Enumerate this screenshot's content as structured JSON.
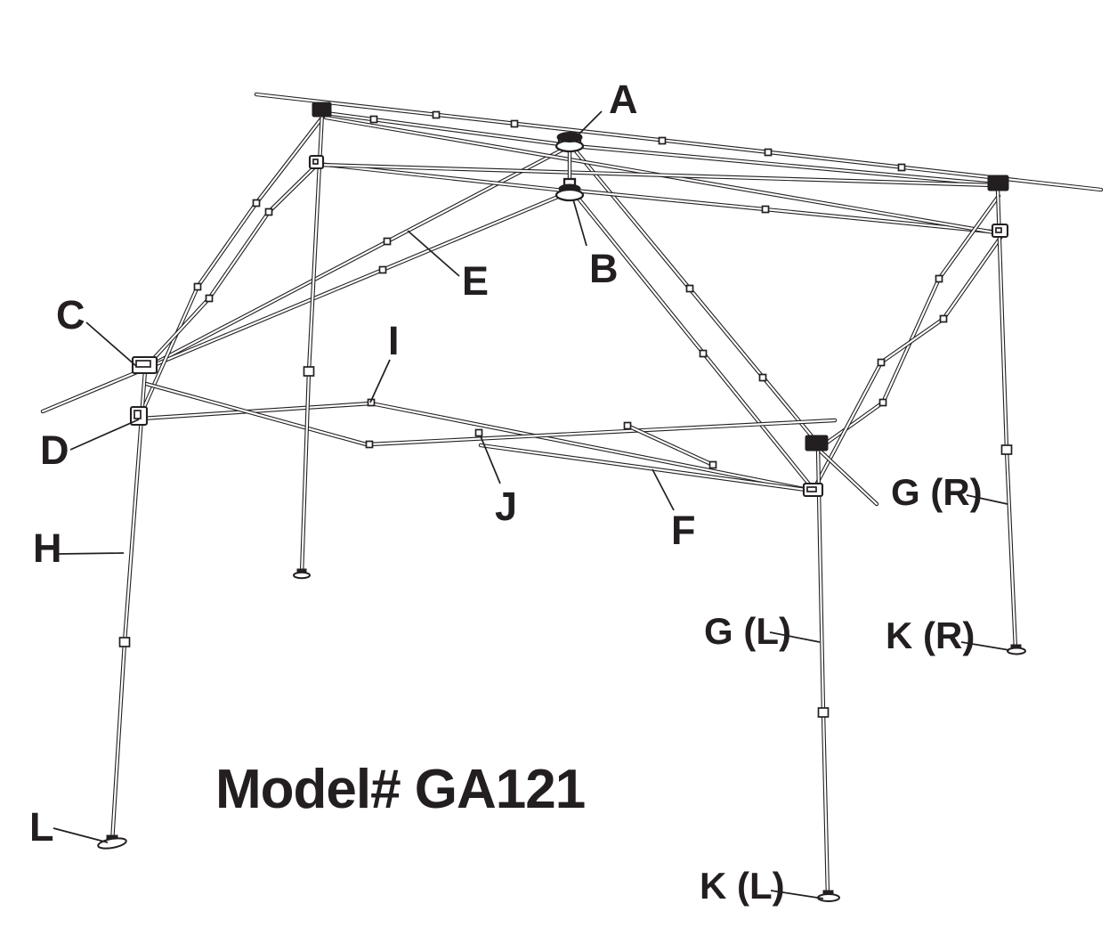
{
  "title": "Model# GA121",
  "labels": {
    "a": "A",
    "b": "B",
    "c": "C",
    "d": "D",
    "e": "E",
    "f": "F",
    "g_left": "G (L)",
    "g_right": "G (R)",
    "h": "H",
    "i": "I",
    "j": "J",
    "k_left": "K (L)",
    "k_right": "K (R)",
    "l": "L"
  },
  "colors": {
    "ink": "#231f20",
    "background": "#ffffff"
  }
}
